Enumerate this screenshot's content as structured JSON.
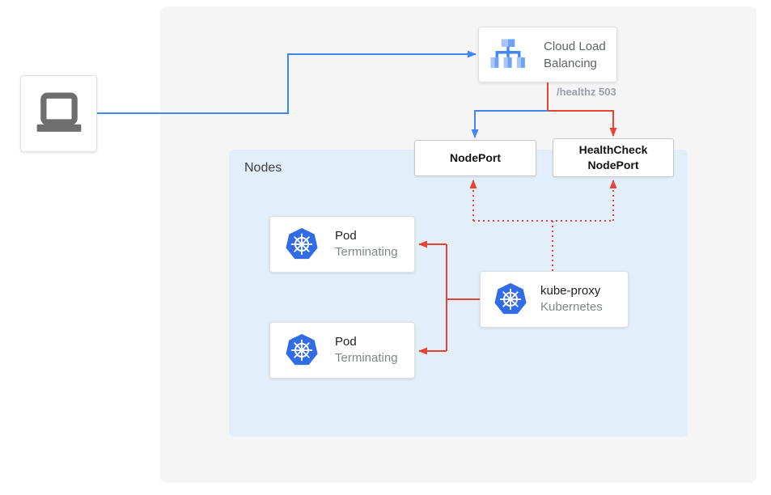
{
  "clb": {
    "line1": "Cloud Load",
    "line2": "Balancing"
  },
  "healthz": {
    "label": "/healthz 503"
  },
  "nodeport": {
    "label": "NodePort"
  },
  "healthcheck_nodeport": {
    "line1": "HealthCheck",
    "line2": "NodePort"
  },
  "nodes": {
    "label": "Nodes"
  },
  "pods": [
    {
      "title": "Pod",
      "status": "Terminating"
    },
    {
      "title": "Pod",
      "status": "Terminating"
    }
  ],
  "kube_proxy": {
    "title": "kube-proxy",
    "subtitle": "Kubernetes"
  },
  "colors": {
    "blue_flow": "#4285F4",
    "red_flow": "#EA4335",
    "nodes_bg": "#E2EFFB",
    "canvas_bg": "#F5F5F6",
    "kubernetes_blue": "#326CE5",
    "laptop_gray": "#6E6E6E",
    "clb_icon_light": "#A9C6F8",
    "clb_icon_medium": "#6FA1F6"
  }
}
